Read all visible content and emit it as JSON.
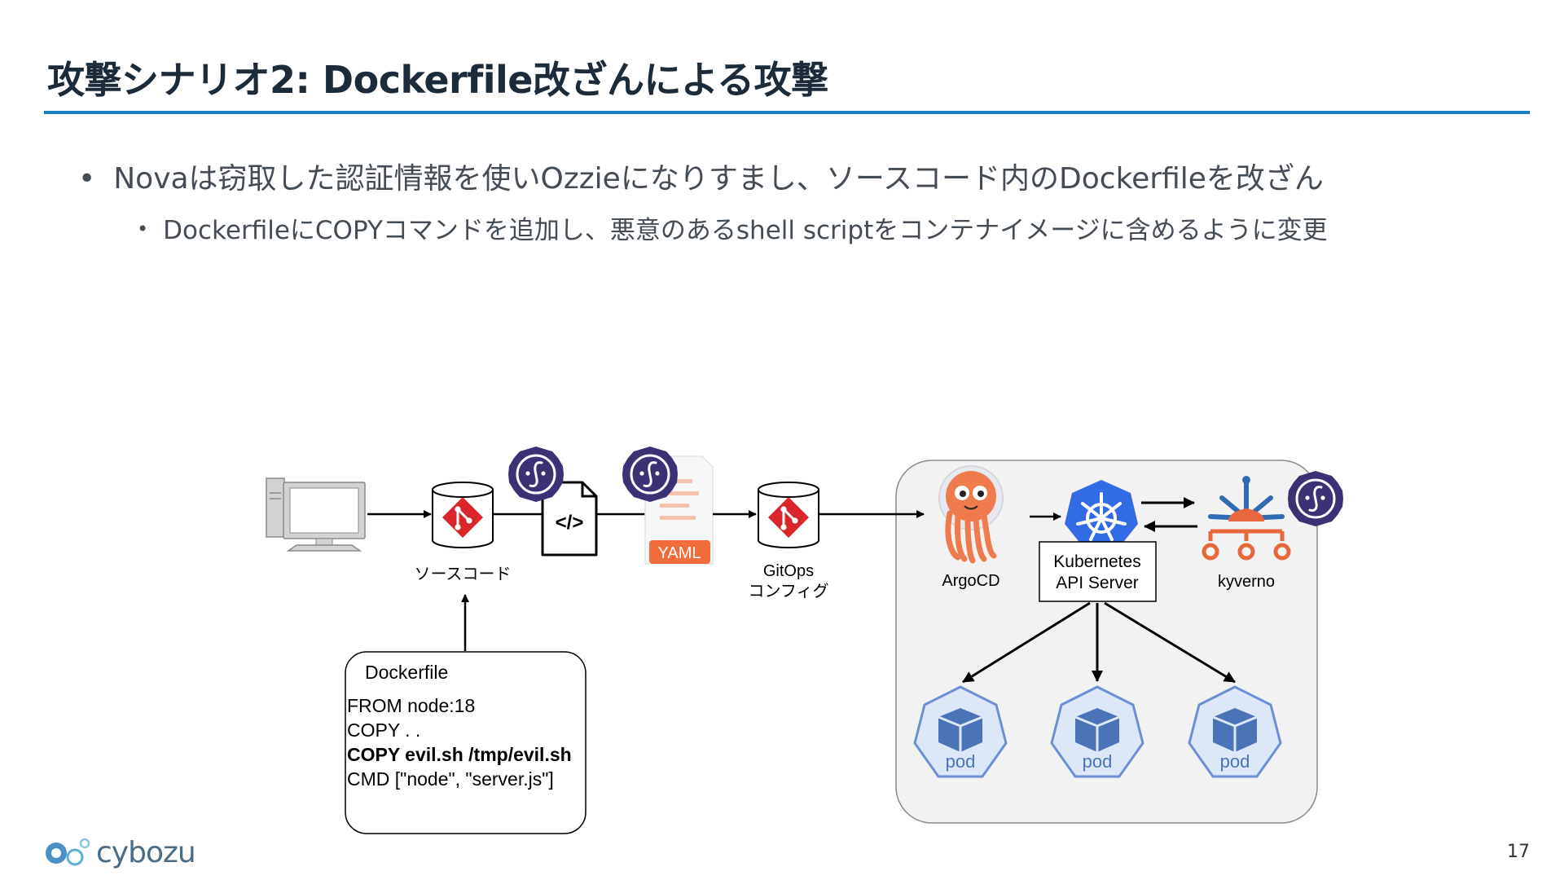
{
  "slide": {
    "title": "攻撃シナリオ2: Dockerfile改ざんによる攻撃",
    "bullet_1": "Novaは窃取した認証情報を使いOzzieになりすまし、ソースコード内のDockerfileを改ざん",
    "bullet_2": "DockerfileにCOPYコマンドを追加し、悪意のあるshell scriptをコンテナイメージに含めるように変更",
    "bullet_symbol": "•",
    "page_number": "17",
    "logo_text": "cybozu"
  },
  "diagram": {
    "source_code_label": "ソースコード",
    "gitops_label_line1": "GitOps",
    "gitops_label_line2": "コンフィグ",
    "yaml_badge": "YAML",
    "code_icon_text": "</>",
    "argocd_label": "ArgoCD",
    "api_server_line1": "Kubernetes",
    "api_server_line2": "API Server",
    "kyverno_label": "kyverno",
    "pod_label": "pod",
    "dockerfile_box": {
      "title": "Dockerfile",
      "lines": {
        "line1": "FROM node:18",
        "line2": "COPY . .",
        "line3": "COPY evil.sh /tmp/evil.sh",
        "line4": "CMD [\"node\", \"server.js\"]"
      }
    }
  },
  "colors": {
    "accent": "#1a7fc1",
    "title_text": "#1b2b3a",
    "git_red": "#d9252b",
    "k8s_blue": "#326ce5",
    "pod_fill": "#dce7f7",
    "pod_stroke": "#6b8fd4",
    "badge_purple": "#3b3175",
    "yaml_orange": "#f26b3a",
    "argo_orange": "#ef7b4d",
    "kyverno_orange": "#e8683d",
    "kyverno_blue": "#2f6bb3",
    "cluster_bg": "#f2f2f2"
  }
}
